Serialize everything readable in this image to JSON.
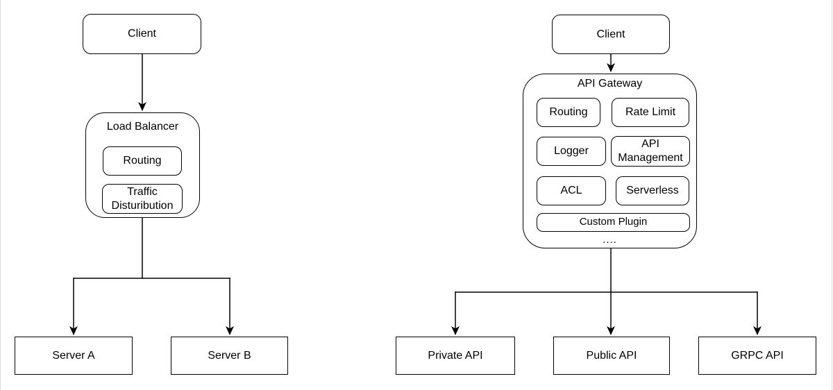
{
  "left_diagram": {
    "client_label": "Client",
    "load_balancer": {
      "title": "Load Balancer",
      "features": [
        "Routing",
        "Traffic Disturibution"
      ]
    },
    "servers": [
      "Server A",
      "Server B"
    ]
  },
  "right_diagram": {
    "client_label": "Client",
    "api_gateway": {
      "title": "API Gateway",
      "features": [
        "Routing",
        "Rate Limit",
        "Logger",
        "API Management",
        "ACL",
        "Serverless",
        "Custom Plugin"
      ],
      "more_indicator": "...."
    },
    "apis": [
      "Private API",
      "Public API",
      "GRPC API"
    ]
  },
  "colors": {
    "stroke": "#000000",
    "background": "#ffffff",
    "edge_border": "#d9d9d9"
  }
}
